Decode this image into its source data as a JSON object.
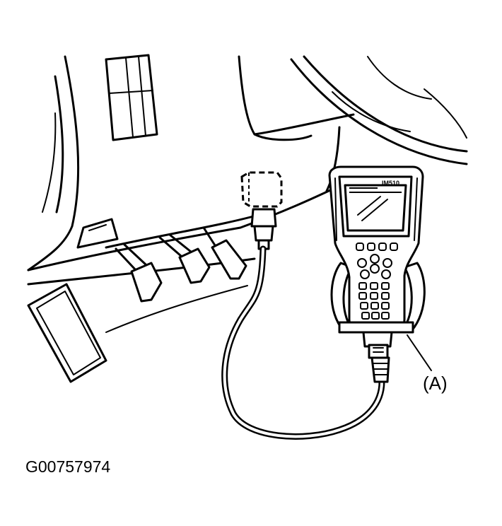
{
  "diagram": {
    "callout_label": "(A)",
    "figure_id": "G00757974",
    "screen_text": {
      "line1": "IM510"
    },
    "icons": [
      "scan-tool-icon",
      "dlc-connector-icon",
      "brake-pedal-icon",
      "accelerator-pedal-icon"
    ],
    "colors": {
      "line": "#000000",
      "background": "#ffffff"
    }
  }
}
